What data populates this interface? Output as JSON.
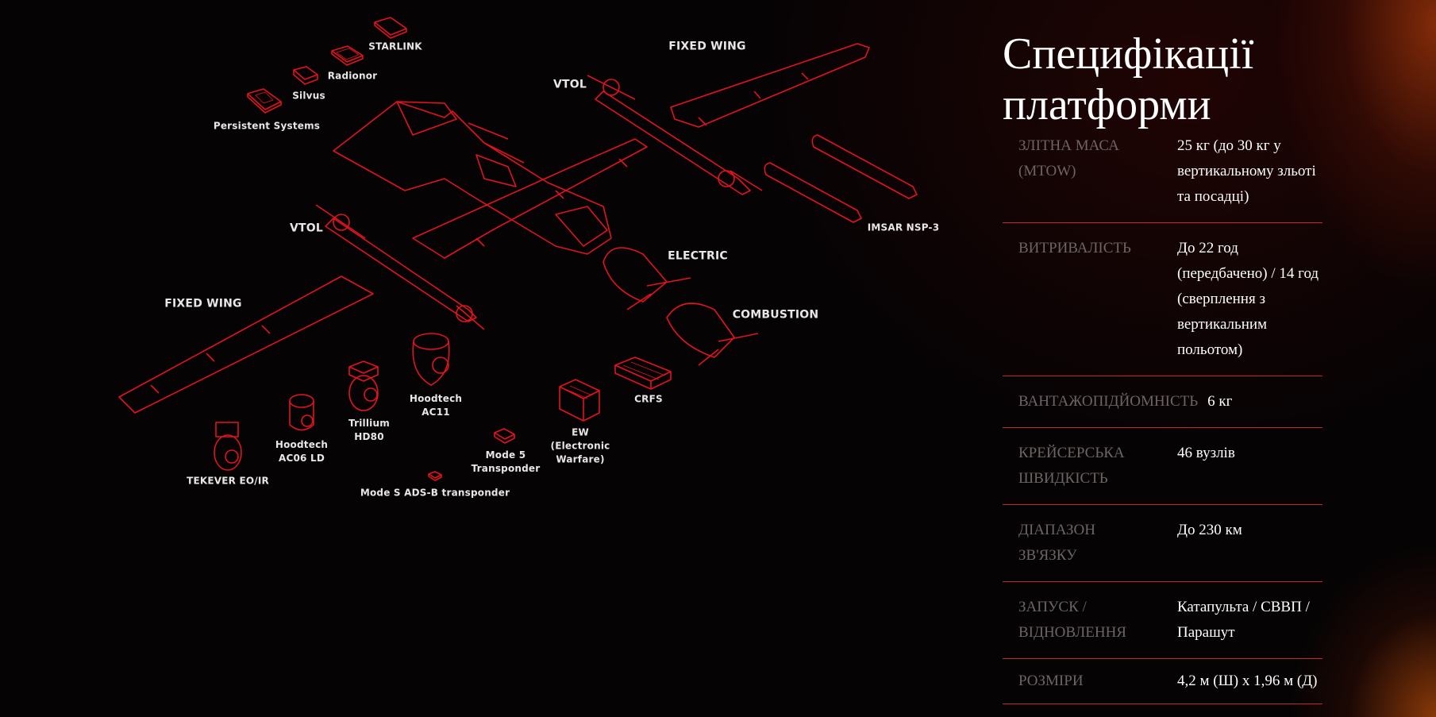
{
  "title": "Специфікації платформи",
  "specs": [
    {
      "label": "ЗЛІТНА МАСА (MTOW)",
      "value": "25 кг (до 30 кг у вертикальному зльоті та посадці)"
    },
    {
      "label": "ВИТРИВАЛІСТЬ",
      "value": "До 22 год (передбачено) / 14 год (сверплення з вертикальним польотом)"
    },
    {
      "label": "ВАНТАЖОПІДЙОМНІСТЬ",
      "value": "6 кг"
    },
    {
      "label": "КРЕЙСЕРСЬКА ШВИДКІСТЬ",
      "value": "46 вузлів"
    },
    {
      "label": "ДІАПАЗОН ЗВ'ЯЗКУ",
      "value": "До 230 км"
    },
    {
      "label": "ЗАПУСК / ВІДНОВЛЕННЯ",
      "value": "Катапульта / СВВП / Парашут"
    },
    {
      "label": "РОЗМІРИ",
      "value": "4,2 м (Ш) x 1,96 м (Д)"
    }
  ],
  "diagram": {
    "accent_color": "#e0141e",
    "labels": {
      "starlink": "STARLINK",
      "radionor": "Radionor",
      "silvus": "Silvus",
      "persistent": "Persistent Systems",
      "fixed_wing_top": "FIXED WING",
      "vtol_top": "VTOL",
      "vtol_left": "VTOL",
      "fixed_wing_left": "FIXED WING",
      "electric": "ELECTRIC",
      "combustion": "COMBUSTION",
      "imsar": "IMSAR NSP-3",
      "ac11_1": "Hoodtech",
      "ac11_2": "AC11",
      "hd80_1": "Trillium",
      "hd80_2": "HD80",
      "ac06_1": "Hoodtech",
      "ac06_2": "AC06 LD",
      "tekever": "TEKEVER EO/IR",
      "mode5_1": "Mode 5",
      "mode5_2": "Transponder",
      "modes": "Mode S ADS-B transponder",
      "ew_1": "EW",
      "ew_2": "(Electronic",
      "ew_3": "Warfare)",
      "crfs": "CRFS"
    }
  }
}
